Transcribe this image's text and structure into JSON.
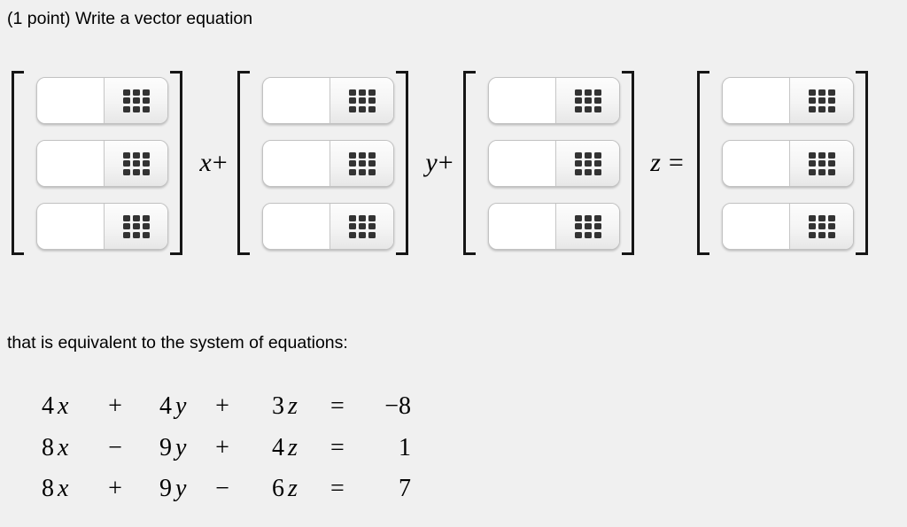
{
  "header": {
    "title": "(1 point) Write a vector equation"
  },
  "colors": {
    "page_background": "#f0f0f0",
    "bracket": "#161616",
    "entry_border": "#c2c2c2",
    "keypad_dot": "#333333",
    "input_background": "#ffffff"
  },
  "vector_equation": {
    "vectors": [
      {
        "name": "x-coefficients",
        "entries": [
          {
            "value": ""
          },
          {
            "value": ""
          },
          {
            "value": ""
          }
        ]
      },
      {
        "name": "y-coefficients",
        "entries": [
          {
            "value": ""
          },
          {
            "value": ""
          },
          {
            "value": ""
          }
        ]
      },
      {
        "name": "z-coefficients",
        "entries": [
          {
            "value": ""
          },
          {
            "value": ""
          },
          {
            "value": ""
          }
        ]
      },
      {
        "name": "result",
        "entries": [
          {
            "value": ""
          },
          {
            "value": ""
          },
          {
            "value": ""
          }
        ]
      }
    ],
    "separators": [
      {
        "variable": "x",
        "operator": "+"
      },
      {
        "variable": "y",
        "operator": "+"
      },
      {
        "variable": "z",
        "operator": "="
      }
    ]
  },
  "body_text": {
    "intro": "that is equivalent to the system of equations:"
  },
  "system_of_equations": {
    "rows": [
      {
        "term1": {
          "coef": "4",
          "var": "x"
        },
        "op1": "+",
        "term2": {
          "coef": "4",
          "var": "y"
        },
        "op2": "+",
        "term3": {
          "coef": "3",
          "var": "z"
        },
        "relation": "=",
        "rhs": "−8"
      },
      {
        "term1": {
          "coef": "8",
          "var": "x"
        },
        "op1": "−",
        "term2": {
          "coef": "9",
          "var": "y"
        },
        "op2": "+",
        "term3": {
          "coef": "4",
          "var": "z"
        },
        "relation": "=",
        "rhs": "1"
      },
      {
        "term1": {
          "coef": "8",
          "var": "x"
        },
        "op1": "+",
        "term2": {
          "coef": "9",
          "var": "y"
        },
        "op2": "−",
        "term3": {
          "coef": "6",
          "var": "z"
        },
        "relation": "=",
        "rhs": "7"
      }
    ]
  }
}
